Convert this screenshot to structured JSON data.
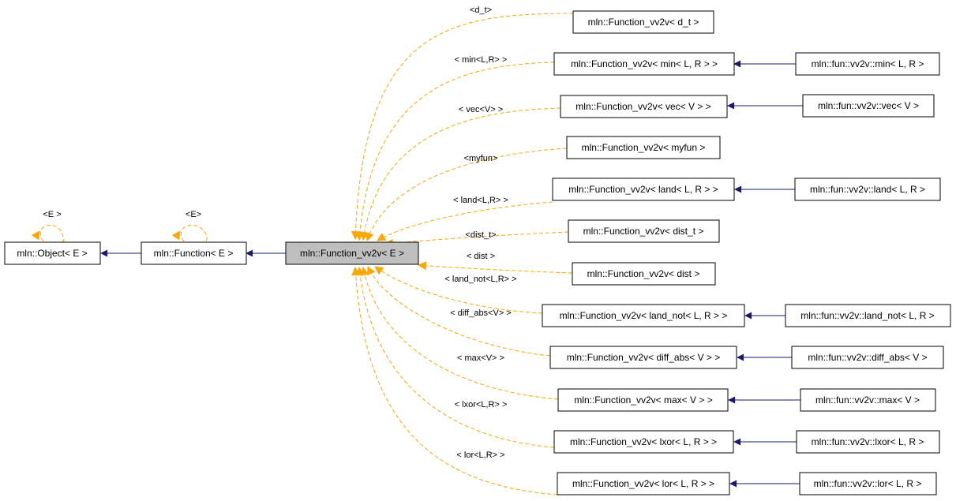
{
  "nodes": {
    "object": "mln::Object< E >",
    "function": "mln::Function< E >",
    "function_vv2v": "mln::Function_vv2v< E >",
    "vv2v_d_t": "mln::Function_vv2v< d_t >",
    "vv2v_min": "mln::Function_vv2v< min< L, R > >",
    "vv2v_vec": "mln::Function_vv2v< vec< V > >",
    "vv2v_myfun": "mln::Function_vv2v< myfun >",
    "vv2v_land": "mln::Function_vv2v< land< L, R > >",
    "vv2v_dist_t": "mln::Function_vv2v< dist_t >",
    "vv2v_dist": "mln::Function_vv2v< dist >",
    "vv2v_land_not": "mln::Function_vv2v< land_not< L, R > >",
    "vv2v_diff_abs": "mln::Function_vv2v< diff_abs< V > >",
    "vv2v_max": "mln::Function_vv2v< max< V > >",
    "vv2v_lxor": "mln::Function_vv2v< lxor< L, R > >",
    "vv2v_lor": "mln::Function_vv2v< lor< L, R > >",
    "fun_min": "mln::fun::vv2v::min< L, R >",
    "fun_vec": "mln::fun::vv2v::vec< V >",
    "fun_land": "mln::fun::vv2v::land< L, R >",
    "fun_land_not": "mln::fun::vv2v::land_not< L, R >",
    "fun_diff_abs": "mln::fun::vv2v::diff_abs< V >",
    "fun_max": "mln::fun::vv2v::max< V >",
    "fun_lxor": "mln::fun::vv2v::lxor< L, R >",
    "fun_lor": "mln::fun::vv2v::lor< L, R >"
  },
  "edge_labels": {
    "object_self": "<E >",
    "function_self": "<E>",
    "d_t": "<d_t>",
    "min": "< min<L,R> >",
    "vec": "< vec<V> >",
    "myfun": "<myfun>",
    "land": "< land<L,R> >",
    "dist_t": "<dist_t>",
    "dist": "< dist >",
    "land_not": "< land_not<L,R> >",
    "diff_abs": "< diff_abs<V> >",
    "max": "< max<V> >",
    "lxor": "< lxor<L,R> >",
    "lor": "< lor<L,R> >"
  },
  "colors": {
    "inheritance_edge": "#191970",
    "template_edge": "#ffa500",
    "highlighted_node_fill": "#bfbfbf",
    "node_border": "#000000"
  }
}
